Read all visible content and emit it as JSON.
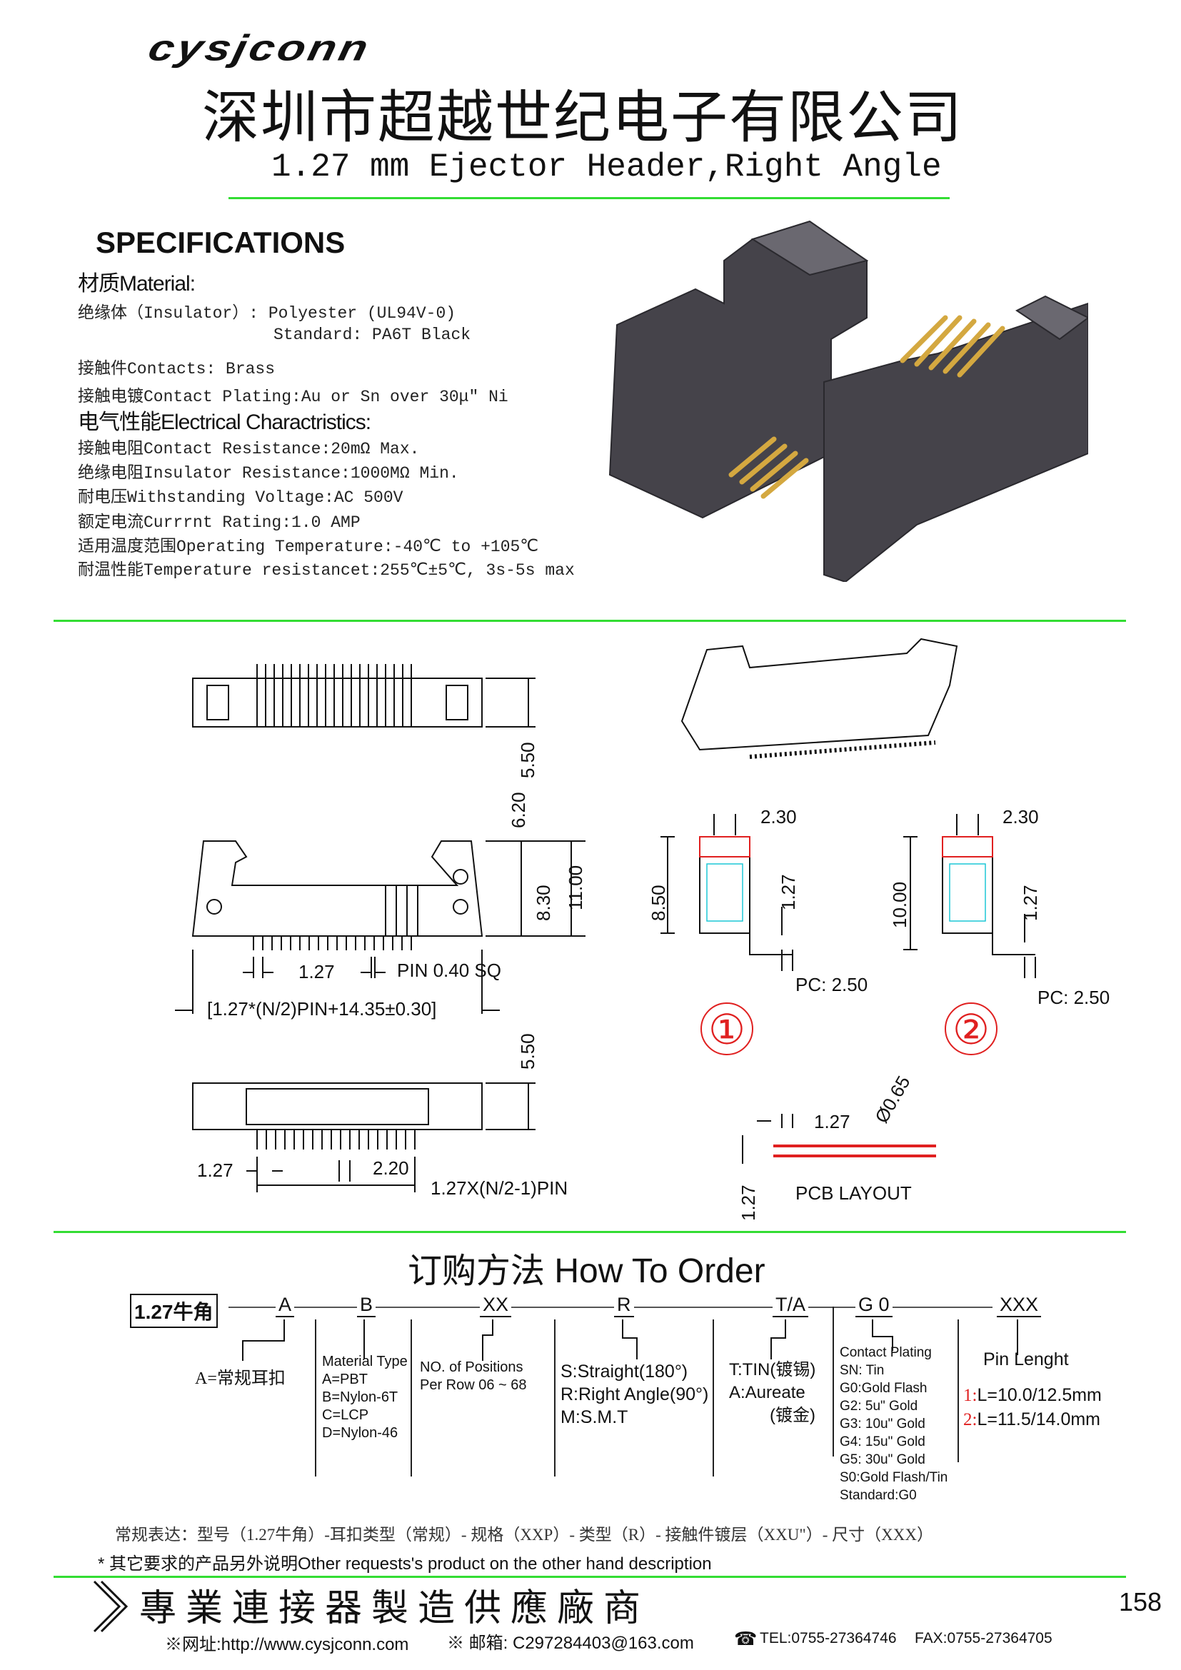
{
  "header": {
    "logo": "cysjconn",
    "company_cn": "深圳市超越世纪电子有限公司",
    "subtitle": "1.27 mm Ejector Header,Right Angle"
  },
  "specs": {
    "title": "SPECIFICATIONS",
    "material_heading": "材质Material:",
    "insulator": "绝缘体（Insulator）:  Polyester (UL94V-0)",
    "insulator_std": "Standard: PA6T Black",
    "contacts": "接触件Contacts: Brass",
    "plating": "接触电镀Contact Plating:Au or Sn over 30μ″ Ni",
    "electrical_heading": "电气性能Electrical Charactristics:",
    "items": [
      "接触电阻Contact Resistance:20mΩ  Max.",
      "绝缘电阻Insulator Resistance:1000MΩ  Min.",
      "耐电压Withstanding Voltage:AC 500V",
      "额定电流Currrnt Rating:1.0 AMP",
      "适用温度范围Operating Temperature:-40℃ to +105℃",
      "耐温性能Temperature resistancet:255℃±5℃, 3s-5s max"
    ]
  },
  "drawing": {
    "dim_550_top": "5.50",
    "dim_620": "6.20",
    "dim_830": "8.30",
    "dim_1100": "11.00",
    "dim_pitch": "1.27",
    "pin_sq": "PIN  0.40  SQ",
    "length_formula": "[1.27*(N/2)PIN+14.35±0.30]",
    "dim_550_bot": "5.50",
    "dim_127_bot": "1.27",
    "dim_220": "2.20",
    "row_formula": "1.27X(N/2-1)PIN",
    "d1_230": "2.30",
    "d1_850": "8.50",
    "d1_127": "1.27",
    "d1_pc": "PC: 2.50",
    "d1_marker": "①",
    "d2_230": "2.30",
    "d2_1000": "10.00",
    "d2_127": "1.27",
    "d2_pc": "PC: 2.50",
    "d2_marker": "②",
    "pcb_127_h": "1.27",
    "pcb_dia": "Ø0.65",
    "pcb_127_v": "1.27",
    "pcb_label": "PCB LAYOUT"
  },
  "order": {
    "title": "订购方法  How To Order",
    "part": "1.27牛角",
    "codes": [
      "A",
      "B",
      "XX",
      "R",
      "T/A",
      "G 0",
      "XXX"
    ],
    "a_desc": "A=常规耳扣",
    "material": [
      "Material Type",
      "A=PBT",
      "B=Nylon-6T",
      "C=LCP",
      "D=Nylon-46"
    ],
    "positions": [
      "NO. of Positions",
      "Per Row  06 ~ 68"
    ],
    "type": [
      "S:Straight(180°)",
      "R:Right Angle(90°)",
      "M:S.M.T"
    ],
    "finish": [
      "T:TIN(镀锡)",
      "A:Aureate",
      "(镀金)"
    ],
    "plating": [
      "Contact Plating",
      "SN: Tin",
      "G0:Gold Flash",
      "G2:  5u\" Gold",
      "G3: 10u\" Gold",
      "G4: 15u\" Gold",
      "G5: 30u\" Gold",
      "S0:Gold Flash/Tin",
      "Standard:G0"
    ],
    "pin_length": {
      "label": "Pin Lenght",
      "opt1_no": "1:",
      "opt1": "L=10.0/12.5mm",
      "opt2_no": "2:",
      "opt2": "L=11.5/14.0mm"
    },
    "example": "常规表达：型号（1.27牛角）-耳扣类型（常规）- 规格（XXP）- 类型（R）- 接触件镀层（XXU\"）- 尺寸（XXX）",
    "note": "* 其它要求的产品另外说明Other requests's product on the other hand description"
  },
  "footer": {
    "slogan": "專 業 連 接 器 製 造 供 應 廠 商",
    "page": "158",
    "web": "※网址:http://www.cysjconn.com",
    "email": "※ 邮箱:  C297284403@163.com",
    "tel": "TEL:0755-27364746",
    "fax": "FAX:0755-27364705"
  },
  "colors": {
    "green": "#33dd33",
    "red": "#e02020",
    "body": "#45434a"
  }
}
